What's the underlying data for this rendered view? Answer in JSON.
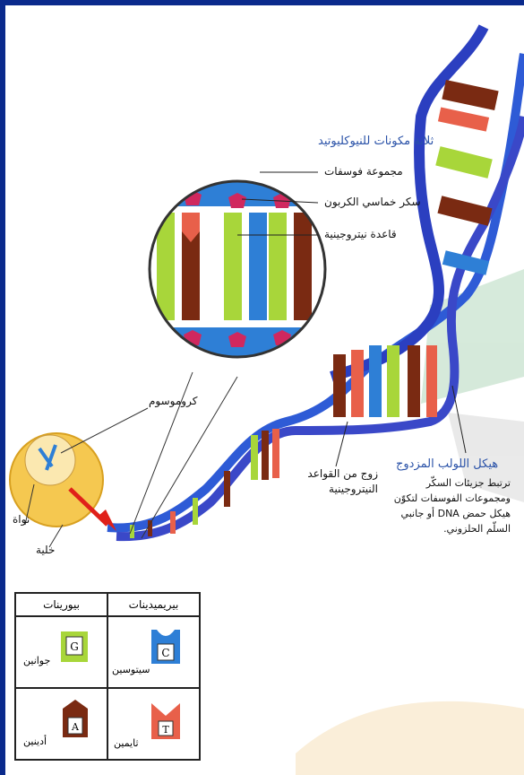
{
  "title": "ثلاثة مكونات للنيوكليوتيد",
  "labels": {
    "phosphate": "مجموعة فوسفات",
    "sugar": "سكر خماسي الكربون",
    "base": "قاعدة نيتروجينية",
    "chromosome": "كروموسوم",
    "nucleus": "نواة",
    "cell": "خلية",
    "base_pair": "زوج من القواعد النيتروجينية",
    "double_helix_title": "هيكل اللولب المزدوج",
    "double_helix_desc": "ترتبط جزيئات السكّر ومجموعات الفوسفات لتكوّن هيكل حمض DNA أو جانبي السلّم الحلزوني."
  },
  "legend": {
    "header_right": "بيريميدينات",
    "header_left": "بيورينات",
    "items": [
      {
        "letter": "C",
        "name": "سيتوسين",
        "color": "#2e7fd6"
      },
      {
        "letter": "G",
        "name": "جوانين",
        "color": "#a8d63a"
      },
      {
        "letter": "T",
        "name": "ثايمين",
        "color": "#e8604a"
      },
      {
        "letter": "A",
        "name": "أدينين",
        "color": "#7a2a12"
      }
    ]
  },
  "colors": {
    "backbone": "#2e5bd6",
    "frame": "#0a2a8c",
    "cytosine": "#2e7fd6",
    "guanine": "#a8d63a",
    "thymine": "#e8604a",
    "adenine": "#7a2a12",
    "phosphate": "#f2ea6a",
    "sugar": "#d0285e"
  }
}
